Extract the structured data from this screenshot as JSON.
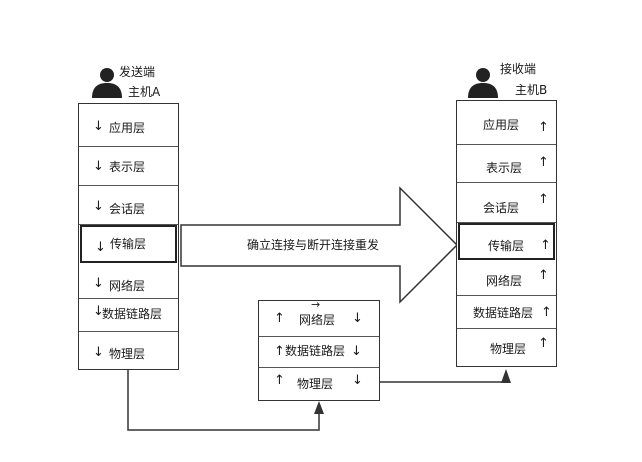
{
  "host_a": {
    "role": "发送端",
    "name": "主机A"
  },
  "host_b": {
    "role": "接收端",
    "name": "主机B"
  },
  "host_a_layers": [
    "应用层",
    "表示层",
    "会话层",
    "传输层",
    "网络层",
    "数据链路层",
    "物理层"
  ],
  "host_b_layers": [
    "应用层",
    "表示层",
    "会话层",
    "传输层",
    "网络层",
    "数据链路层",
    "物理层"
  ],
  "router_layers": [
    "网络层",
    "数据链路层",
    "物理层"
  ],
  "transfer_arrow_label": "确立连接与断开连接重发",
  "arrow_glyphs": {
    "down": "↓",
    "up": "↑",
    "right": "→"
  },
  "colors": {
    "stroke": "#333333",
    "text": "#1a1a1a",
    "icon": "#222222"
  }
}
